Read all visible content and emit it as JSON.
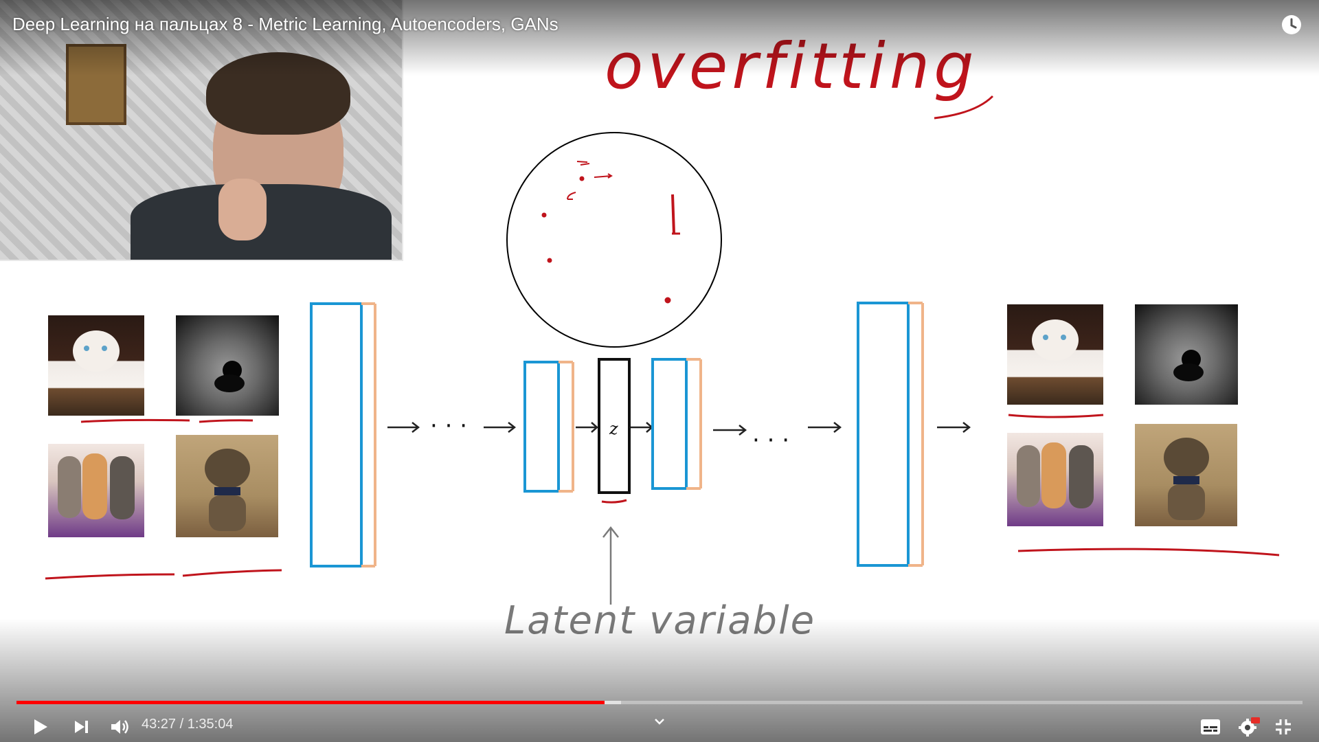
{
  "video": {
    "title": "Deep Learning на пальцах 8 - Metric Learning, Autoencoders, GANs",
    "current_time": "43:27",
    "separator": " / ",
    "duration": "1:35:04",
    "progress_played": 0.457,
    "progress_buffered": 0.47
  },
  "slide": {
    "heading_handwritten": "overfitting",
    "latent_label": "Latent variable",
    "z_label": "z",
    "ellipsis": "· · ·"
  },
  "colors": {
    "accent_red": "#ff0000",
    "ink_red": "#c0141c",
    "layer_blue": "#1a96d4",
    "layer_orange": "#f0b489",
    "ink_gray": "#7a7a7a"
  },
  "icons": {
    "play": "play-icon",
    "next": "next-icon",
    "volume": "volume-icon",
    "chevron": "chevron-down-icon",
    "subtitles": "subtitles-icon",
    "settings": "settings-icon",
    "exit_fullscreen": "exit-fullscreen-icon",
    "watch_later": "clock-icon"
  }
}
